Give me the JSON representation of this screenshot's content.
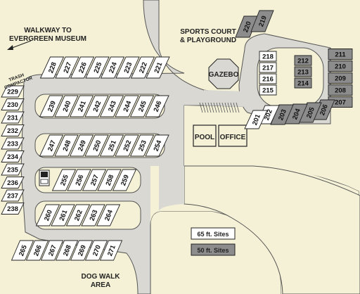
{
  "labels": {
    "walkway_line1": "WALKWAY TO",
    "walkway_line2": "EVERGREEN MUSEUM",
    "sports_line1": "SPORTS COURT",
    "sports_line2": "& PLAYGROUND",
    "gazebo": "GAZEBO",
    "trash_line1": "TRASH",
    "trash_line2": "COMPACTOR",
    "pool": "POOL",
    "office": "OFFICE",
    "dog_line1": "DOG WALK",
    "dog_line2": "AREA"
  },
  "legend": {
    "site65": "65 ft. Sites",
    "site50": "50 ft. Sites"
  },
  "colors": {
    "background": "#f5f1d6",
    "road": "#d9d8d3",
    "site65": "#ffffff",
    "site50": "#8c8c8c",
    "outline": "#222222"
  },
  "sites": {
    "top_row": [
      "228",
      "227",
      "226",
      "225",
      "224",
      "223",
      "222",
      "221"
    ],
    "row_239": [
      "239",
      "240",
      "241",
      "242",
      "243",
      "244",
      "245",
      "246"
    ],
    "row_247": [
      "247",
      "248",
      "249",
      "250",
      "251",
      "252",
      "253",
      "254"
    ],
    "row_255": [
      "255",
      "256",
      "257",
      "258",
      "259"
    ],
    "row_260": [
      "260",
      "261",
      "262",
      "263",
      "264"
    ],
    "left_column": [
      "229",
      "230",
      "231",
      "232",
      "233",
      "234",
      "235",
      "236",
      "237",
      "238"
    ],
    "bottom_row": [
      "265",
      "266",
      "267",
      "268",
      "269",
      "270",
      "271"
    ],
    "loop_inner_white": [
      "218",
      "217",
      "216",
      "215"
    ],
    "loop_inner_gray": [
      "212",
      "213",
      "214"
    ],
    "loop_right": [
      "211",
      "210",
      "209",
      "208",
      "207",
      "206",
      "205",
      "204",
      "203"
    ],
    "loop_white_lower": [
      "202",
      "201"
    ],
    "loop_top": [
      "220",
      "219"
    ]
  },
  "gray_sites": [
    "220",
    "219",
    "212",
    "213",
    "214",
    "211",
    "210",
    "209",
    "208",
    "207",
    "206",
    "205",
    "204",
    "203"
  ]
}
